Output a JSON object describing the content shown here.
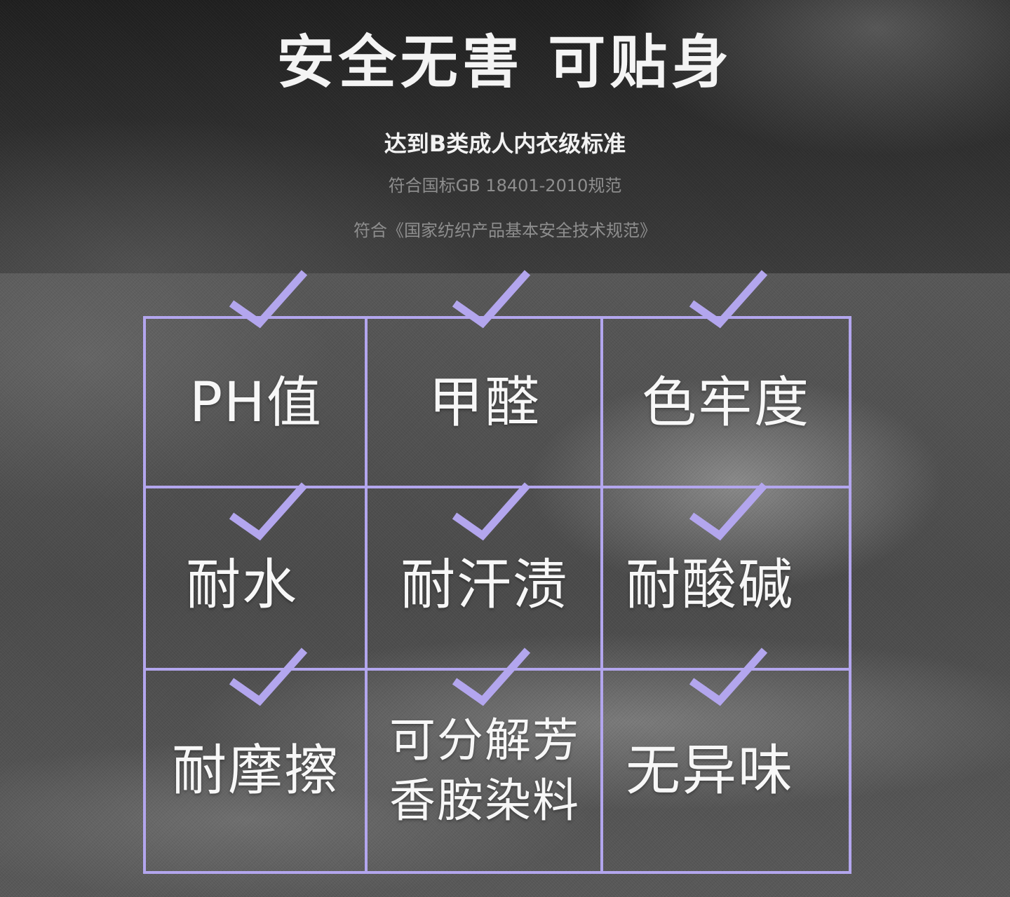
{
  "header": {
    "title": "安全无害  可贴身",
    "subtitle": "达到B类成人内衣级标准",
    "note_1": "符合国标GB 18401-2010规范",
    "note_2": "符合《国家纺织产品基本安全技术规范》"
  },
  "grid": {
    "line_color": "#b3a6ee",
    "check_color": "#b3a6ee",
    "cells": [
      {
        "label": "PH值",
        "icon": "check-icon"
      },
      {
        "label": "甲醛",
        "icon": "check-icon"
      },
      {
        "label": "色牢度",
        "icon": "check-icon"
      },
      {
        "label": "耐水",
        "icon": "check-icon"
      },
      {
        "label": "耐汗渍",
        "icon": "check-icon"
      },
      {
        "label": "耐酸碱",
        "icon": "check-icon"
      },
      {
        "label": "耐摩擦",
        "icon": "check-icon"
      },
      {
        "label_line_1": "可分解芳",
        "label_line_2": "香胺染料",
        "icon": "check-icon"
      },
      {
        "label": "无异味",
        "icon": "check-icon"
      }
    ]
  }
}
